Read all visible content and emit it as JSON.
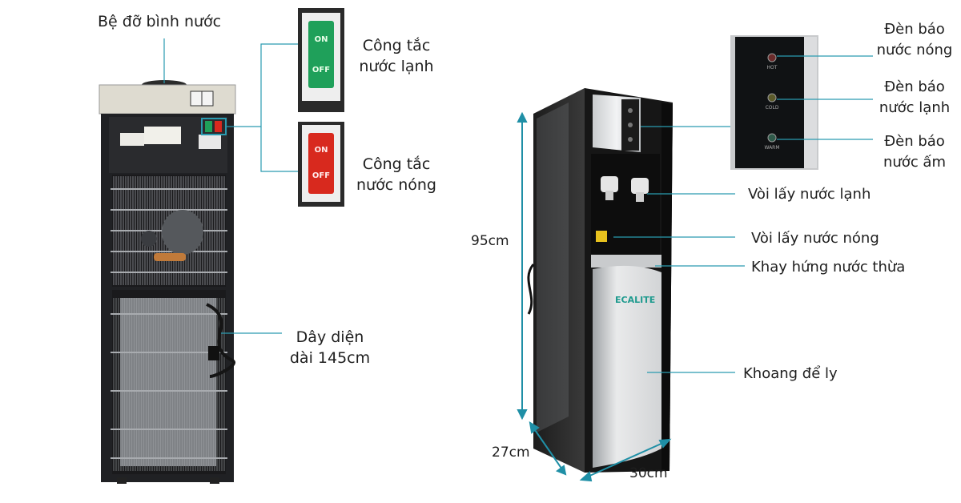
{
  "accent_line_color": "#2a9bb0",
  "dimension_color": "#1f8fa6",
  "labels": {
    "bottle_holder": "Bệ đỡ bình nước",
    "cold_switch": [
      "Công tắc",
      "nước lạnh"
    ],
    "hot_switch": [
      "Công tắc",
      "nước nóng"
    ],
    "power_cord": [
      "Dây diện",
      "dài 145cm"
    ],
    "hot_light": [
      "Đèn báo",
      "nước nóng"
    ],
    "cold_light": [
      "Đèn báo",
      "nước lạnh"
    ],
    "warm_light": [
      "Đèn báo",
      "nước ấm"
    ],
    "cold_tap": "Vòi lấy nước lạnh",
    "hot_tap": "Vòi lấy nước nóng",
    "drip_tray": "Khay hứng nước thừa",
    "cup_cabinet": "Khoang để ly"
  },
  "switches": {
    "cold": {
      "on": "ON",
      "off": "OFF",
      "color": "#1fa05a"
    },
    "hot": {
      "on": "ON",
      "off": "OFF",
      "color": "#d8291e"
    }
  },
  "panel_indicators": [
    "HOT",
    "COLD",
    "WARM"
  ],
  "brand": {
    "name": "ECALITE"
  },
  "dimensions": {
    "height": "95cm",
    "depth": "27cm",
    "width": "30cm"
  }
}
